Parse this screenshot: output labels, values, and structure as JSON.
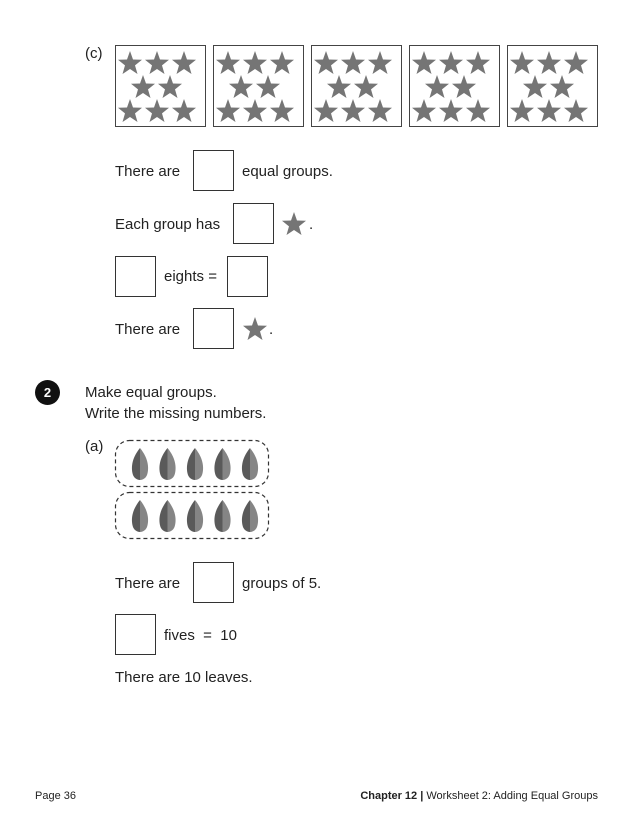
{
  "part_c": {
    "label": "(c)",
    "groups": 5,
    "stars_per_group": 8,
    "line1_a": "There are",
    "line1_b": "equal groups.",
    "line2_a": "Each group has",
    "line2_b": ".",
    "line3_a": "eights =",
    "line4_a": "There are",
    "line4_b": "."
  },
  "question2": {
    "number": "2",
    "instruction1": "Make equal groups.",
    "instruction2": "Write the missing numbers.",
    "part_a": {
      "label": "(a)",
      "groups": 2,
      "leaves_per_group": 5,
      "line1_a": "There are",
      "line1_b": "groups of 5.",
      "line2_a": "fives  =  10",
      "line3": "There are 10 leaves."
    }
  },
  "footer": {
    "page": "Page 36",
    "chapter": "Chapter 12",
    "separator": "|",
    "worksheet": "Worksheet 2: Adding Equal Groups"
  },
  "colors": {
    "star": "#757575",
    "leaf_dark": "#5a5a5a",
    "leaf_light": "#858585"
  }
}
